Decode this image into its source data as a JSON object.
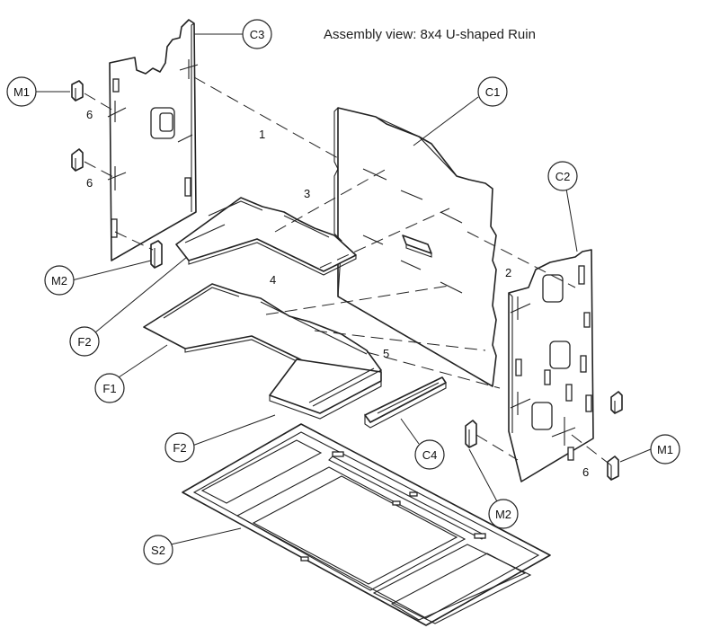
{
  "title": "Assembly view: 8x4  U-shaped Ruin",
  "callouts": {
    "c3": "C3",
    "c1": "C1",
    "c2": "C2",
    "c4": "C4",
    "m1_left": "M1",
    "m1_right": "M1",
    "m2_left": "M2",
    "m2_right": "M2",
    "f2_upper": "F2",
    "f1": "F1",
    "f2_lower": "F2",
    "s2": "S2"
  },
  "step_numbers": {
    "n1": "1",
    "n2": "2",
    "n3": "3",
    "n4": "4",
    "n5": "5",
    "n6_upper": "6",
    "n6_lower": "6",
    "n6_right": "6"
  },
  "colors": {
    "line": "#222222",
    "background": "#ffffff"
  }
}
